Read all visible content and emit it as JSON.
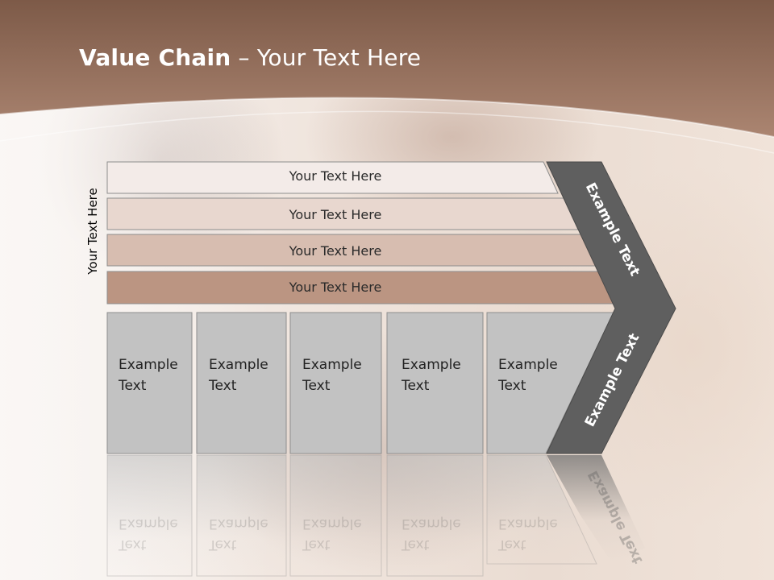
{
  "title": {
    "bold": "Value Chain",
    "rest": " – Your Text Here"
  },
  "side_label": "Your Text Here",
  "support_bars": [
    "Your Text Here",
    "Your Text Here",
    "Your Text Here",
    "Your Text Here"
  ],
  "primary_boxes": [
    {
      "line1": "Example",
      "line2": "Text"
    },
    {
      "line1": "Example",
      "line2": "Text"
    },
    {
      "line1": "Example",
      "line2": "Text"
    },
    {
      "line1": "Example",
      "line2": "Text"
    },
    {
      "line1": "Example",
      "line2": "Text"
    }
  ],
  "arrow": {
    "top_label": "Example Text",
    "bottom_label": "Example Text"
  },
  "colors": {
    "header_brown": "#8b5e48",
    "bar1": "#f3ebe8",
    "bar2": "#e8d7cf",
    "bar3": "#d7bdb0",
    "bar4": "#bb9582",
    "box_gray": "#c2c2c2",
    "arrow_gray": "#5f5f5f"
  }
}
